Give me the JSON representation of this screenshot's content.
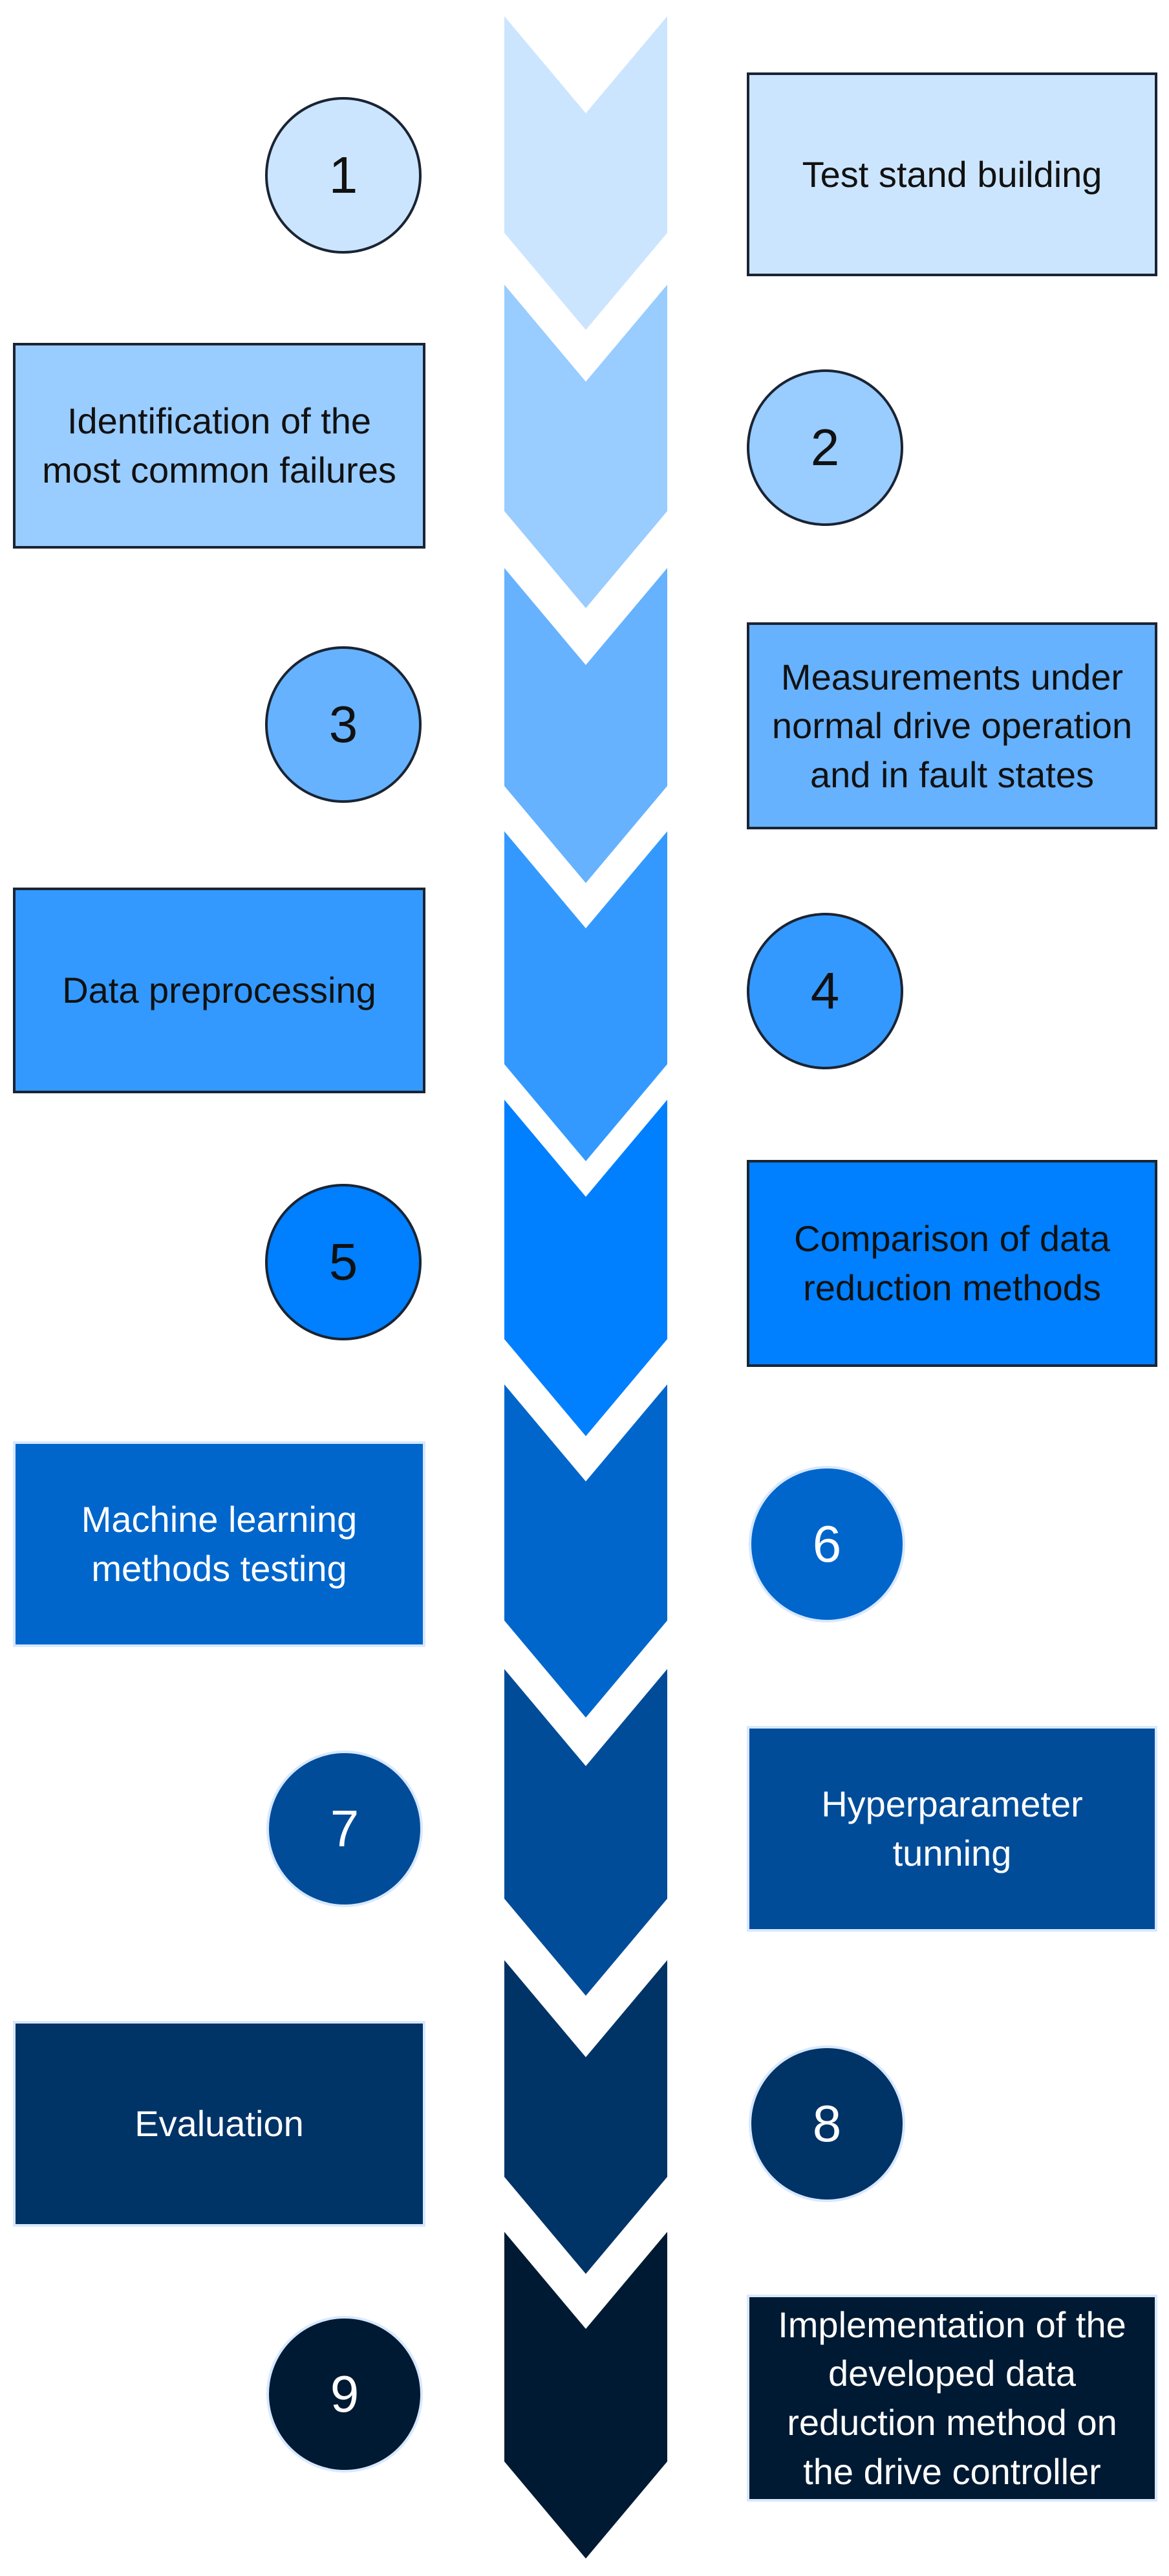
{
  "steps": [
    {
      "number": "1",
      "label": "Test stand building",
      "color": "#cce5ff"
    },
    {
      "number": "2",
      "label": "Identification of the most common failures",
      "color": "#99ccff"
    },
    {
      "number": "3",
      "label": "Measurements under normal drive operation and in fault states",
      "color": "#66b2ff"
    },
    {
      "number": "4",
      "label": "Data preprocessing",
      "color": "#3399ff"
    },
    {
      "number": "5",
      "label": "Comparison of data reduction methods",
      "color": "#007fff"
    },
    {
      "number": "6",
      "label": "Machine learning methods testing",
      "color": "#0066cc"
    },
    {
      "number": "7",
      "label": "Hyperparameter tunning",
      "color": "#004c99"
    },
    {
      "number": "8",
      "label": "Evaluation",
      "color": "#003366"
    },
    {
      "number": "9",
      "label": "Implementation of the developed data reduction method on the drive controller",
      "color": "#001a33"
    }
  ]
}
